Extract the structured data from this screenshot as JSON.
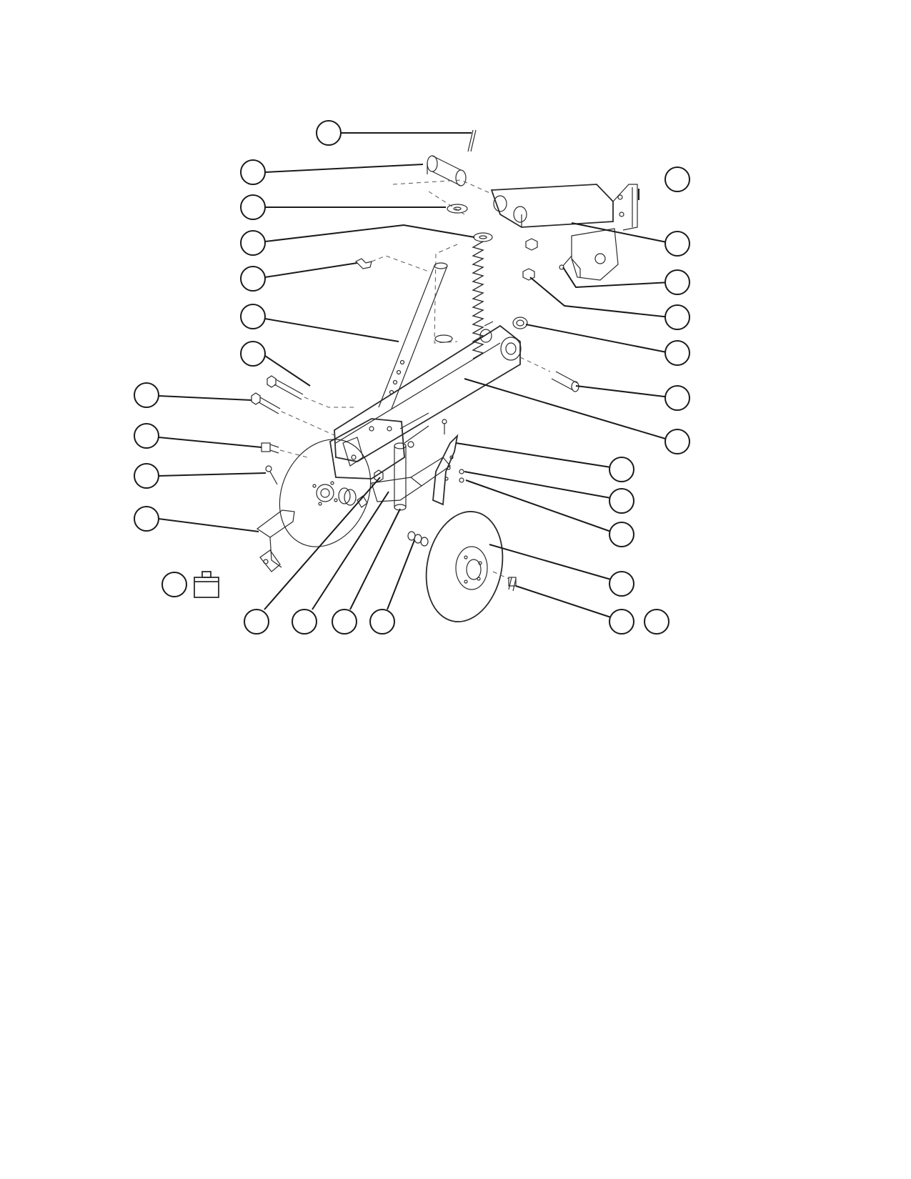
{
  "diagram": {
    "type": "exploded-parts-view",
    "callouts": [
      {
        "id": "c1"
      },
      {
        "id": "c2"
      },
      {
        "id": "c3"
      },
      {
        "id": "c4"
      },
      {
        "id": "c5"
      },
      {
        "id": "c6"
      },
      {
        "id": "c7"
      },
      {
        "id": "c8"
      },
      {
        "id": "c9"
      },
      {
        "id": "c10"
      },
      {
        "id": "c11"
      },
      {
        "id": "c12"
      },
      {
        "id": "c13"
      },
      {
        "id": "c14"
      },
      {
        "id": "c15"
      },
      {
        "id": "c16"
      },
      {
        "id": "c17"
      },
      {
        "id": "c18"
      },
      {
        "id": "c19"
      },
      {
        "id": "c20"
      },
      {
        "id": "c21"
      },
      {
        "id": "c22"
      },
      {
        "id": "c23"
      },
      {
        "id": "c24"
      },
      {
        "id": "c25"
      },
      {
        "id": "c26"
      },
      {
        "id": "c27"
      },
      {
        "id": "c28"
      },
      {
        "id": "c29"
      },
      {
        "id": "c30"
      }
    ],
    "colors": {
      "line": "#2a2a2a",
      "background": "#ffffff"
    }
  }
}
